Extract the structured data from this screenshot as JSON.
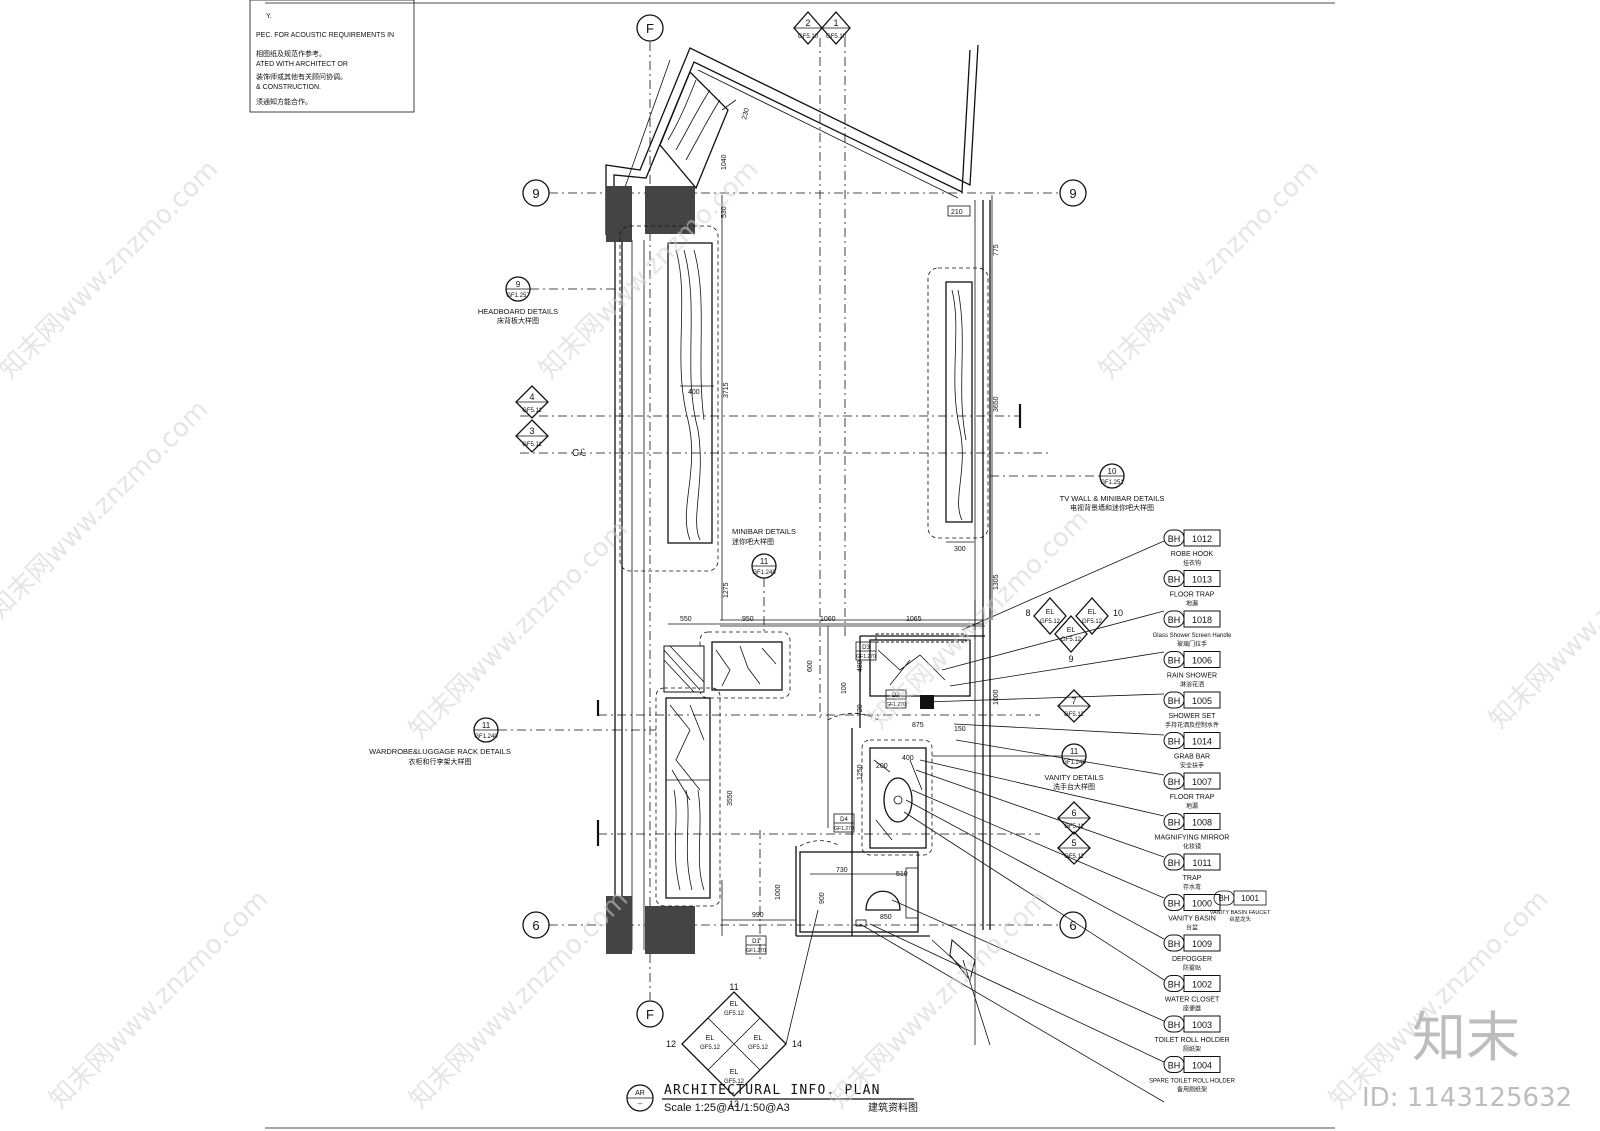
{
  "notes_box": {
    "lines": [
      "Y.",
      "PEC. FOR ACOUSTIC REQUIREMENTS IN",
      "相图纸及规范作参考。",
      "ATED WITH ARCHITECT OR",
      "装饰师或其他有关顾问协调。",
      "& CONSTRUCTION.",
      "须通知方能合作。"
    ]
  },
  "grid": {
    "F_top": "F",
    "F_bottom": "F",
    "row9_left": "9",
    "row9_right": "9",
    "row6_left": "6",
    "row6_right": "6"
  },
  "section_markers": {
    "top_left": {
      "num": "2",
      "sheet": "GF5.10"
    },
    "top_right": {
      "num": "1",
      "sheet": "GF5.10"
    },
    "left_4": {
      "num": "4",
      "sheet": "GF5.11"
    },
    "left_3": {
      "num": "3",
      "sheet": "GF5.11"
    },
    "right_7": {
      "num": "7",
      "sheet": "GF5.12"
    },
    "right_6": {
      "num": "6",
      "sheet": "GF5.11"
    },
    "right_5": {
      "num": "5",
      "sheet": "GF5.11"
    }
  },
  "elevation_cluster_top": {
    "left": {
      "num": "8",
      "code": "EL",
      "sheet": "GF5.12"
    },
    "right": {
      "num": "10",
      "code": "EL",
      "sheet": "GF5.12"
    },
    "bottom": {
      "num": "9",
      "code": "EL",
      "sheet": "GF5.12"
    }
  },
  "elevation_cluster_bottom": {
    "top": {
      "num": "11",
      "code": "EL",
      "sheet": "GF5.12"
    },
    "left": {
      "num": "12",
      "code": "EL",
      "sheet": "GF5.12"
    },
    "right": {
      "num": "14",
      "code": "EL",
      "sheet": "GF5.12"
    },
    "bottom": {
      "num": "13",
      "code": "EL",
      "sheet": "GF5.12"
    }
  },
  "detail_callouts": {
    "headboard": {
      "num": "9",
      "sheet": "GF1.257",
      "en": "HEADBOARD DETAILS",
      "cn": "床背板大样图"
    },
    "tv_wall": {
      "num": "10",
      "sheet": "GF1.251",
      "en": "TV WALL & MINIBAR DETAILS",
      "cn": "电视背景墙和迷你吧大样图"
    },
    "minibar": {
      "num": "11",
      "sheet": "GF1.248",
      "en": "MINIBAR DETAILS",
      "cn": "迷你吧大样图"
    },
    "wardrobe": {
      "num": "11",
      "sheet": "GF1.240",
      "en": "WARDROBE&LUGGAGE RACK DETAILS",
      "cn": "衣柜和行李架大样图"
    },
    "vanity": {
      "num": "11",
      "sheet": "GF1.248",
      "en": "VANITY DETAILS",
      "cn": "洗手台大样图"
    }
  },
  "door_tags": {
    "d3": {
      "num": "D3",
      "sheet": "GF1.270"
    },
    "d2": {
      "num": "D2",
      "sheet": "GF1.270"
    },
    "d4": {
      "num": "D4",
      "sheet": "GF1.270"
    },
    "d1": {
      "num": "D1",
      "sheet": "GF1.270"
    }
  },
  "dimensions": {
    "d230": "230",
    "d1040": "1040",
    "d530": "530",
    "d210": "210",
    "d775": "775",
    "d3715": "3715",
    "d3650": "3650",
    "d400": "400",
    "d300": "300",
    "d1275": "1275",
    "d1305": "1305",
    "d550": "550",
    "d950": "950",
    "d1060": "1060",
    "d1065": "1065",
    "d600": "600",
    "d480": "480",
    "d1250": "1250",
    "d720": "720",
    "d1000": "1000",
    "d875": "875",
    "d150": "150",
    "d200": "200",
    "d3550": "3550",
    "d730": "730",
    "d510": "510",
    "d900": "900",
    "d990": "990",
    "d850": "850",
    "d100": "100"
  },
  "centerline": "Cℒ",
  "legend": [
    {
      "code": "BH",
      "num": "1012",
      "en": "ROBE HOOK",
      "cn": "挂衣钩"
    },
    {
      "code": "BH",
      "num": "1013",
      "en": "FLOOR TRAP",
      "cn": "地漏"
    },
    {
      "code": "BH",
      "num": "1018",
      "en": "Glass Shower Screen Handle",
      "cn": "玻璃门拉手"
    },
    {
      "code": "BH",
      "num": "1006",
      "en": "RAIN SHOWER",
      "cn": "淋浴花洒"
    },
    {
      "code": "BH",
      "num": "1005",
      "en": "SHOWER SET",
      "cn": "手持花洒及控制水件"
    },
    {
      "code": "BH",
      "num": "1014",
      "en": "GRAB BAR",
      "cn": "安全扶手"
    },
    {
      "code": "BH",
      "num": "1007",
      "en": "FLOOR TRAP",
      "cn": "地漏"
    },
    {
      "code": "BH",
      "num": "1008",
      "en": "MAGNIFYING MIRROR",
      "cn": "化妆镜"
    },
    {
      "code": "BH",
      "num": "1011",
      "en": "TRAP",
      "cn": "存水弯"
    },
    {
      "code": "BH",
      "num": "1000",
      "en": "VANITY BASIN",
      "cn": "台盆"
    },
    {
      "code": "BH",
      "num": "1009",
      "en": "DEFOGGER",
      "cn": "防雾贴"
    },
    {
      "code": "BH",
      "num": "1002",
      "en": "WATER CLOSET",
      "cn": "座便器"
    },
    {
      "code": "BH",
      "num": "1003",
      "en": "TOILET ROLL HOLDER",
      "cn": "厕纸架"
    },
    {
      "code": "BH",
      "num": "1004",
      "en": "SPARE TOILET ROLL HOLDER",
      "cn": "备用厕纸架"
    }
  ],
  "legend_extra": {
    "code": "BH",
    "num": "1001",
    "en": "VANITY BASIN FAUCET",
    "cn": "台盆龙头"
  },
  "title_block": {
    "tag_top": "AR",
    "tag_bottom": "--",
    "title": "ARCHITECTURAL INFO. PLAN",
    "scale": "Scale 1:25@A1/1:50@A3",
    "cn": "建筑资料图"
  },
  "watermark": {
    "text": "知末网www.znzmo.com",
    "logo": "知末",
    "id": "ID: 1143125632"
  }
}
